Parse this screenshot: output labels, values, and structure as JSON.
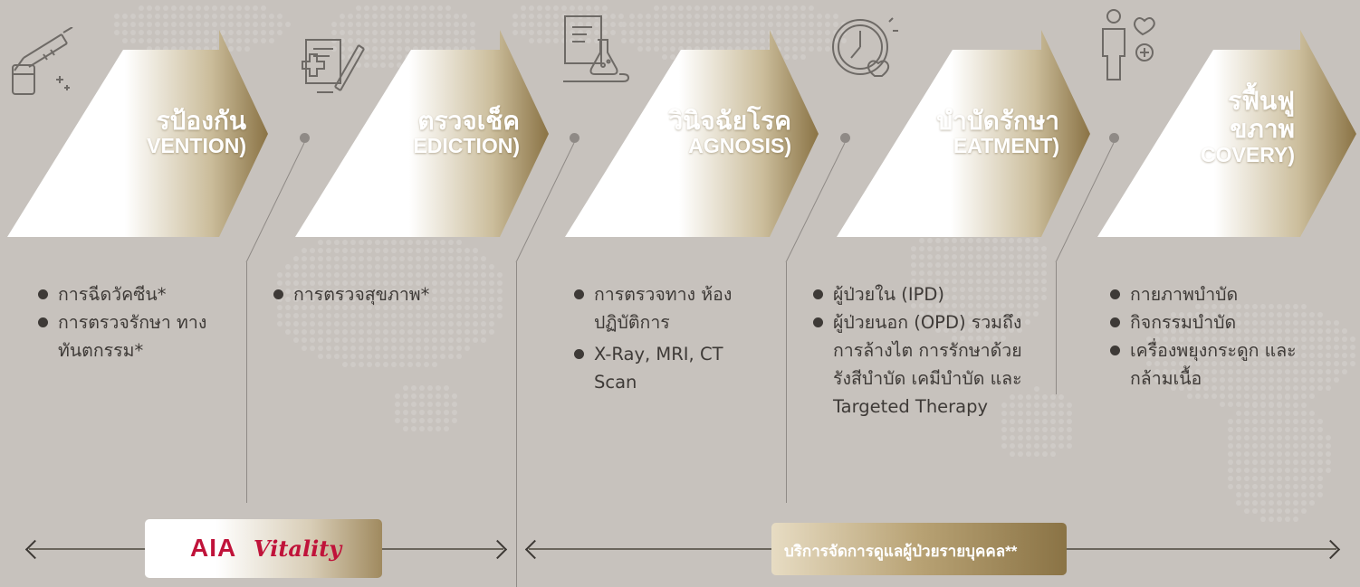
{
  "stages": [
    {
      "id": "prevention",
      "title_line1": "รป้องกัน",
      "title_line2": "VENTION)",
      "icon": "syringe-vaccine-icon",
      "items": [
        "การฉีดวัคซีน*",
        "การตรวจรักษา ทางทันตกรรม*"
      ]
    },
    {
      "id": "prediction",
      "title_line1": "ตรวจเช็ค",
      "title_line2": "EDICTION)",
      "icon": "medical-checkup-icon",
      "items": [
        "การตรวจสุขภาพ*"
      ]
    },
    {
      "id": "diagnosis",
      "title_line1": "วินิจฉัยโรค",
      "title_line2": "AGNOSIS)",
      "icon": "lab-report-flask-icon",
      "items": [
        "การตรวจทาง ห้องปฏิบัติการ",
        "X-Ray, MRI, CT Scan"
      ]
    },
    {
      "id": "treatment",
      "title_line1": "บำบัดรักษา",
      "title_line2": "EATMENT)",
      "icon": "clock-heart-icon",
      "items": [
        "ผู้ป่วยใน (IPD)",
        "ผู้ป่วยนอก (OPD) รวมถึง การล้างไต การรักษาด้วย รังสีบำบัด เคมีบำบัด และ Targeted Therapy"
      ]
    },
    {
      "id": "recovery",
      "title_line1": "รฟื้นฟู",
      "title_line2": "ขภาพ",
      "title_line3": "COVERY)",
      "icon": "person-heart-plus-icon",
      "items": [
        "กายภาพบำบัด",
        "กิจกรรมบำบัด",
        "เครื่องพยุงกระดูก และกล้ามเนื้อ"
      ]
    }
  ],
  "ranges": {
    "left": {
      "badge_brand": "AIA",
      "badge_script": "Vitality"
    },
    "right": {
      "label": "บริการจัดการดูแลผู้ป่วยรายบุคคล**"
    }
  },
  "colors": {
    "background": "#c7c2bd",
    "gold_dark": "#8a7345",
    "gold_light": "#d4c29a",
    "text": "#3e3a37",
    "aia_red": "#c0133a"
  }
}
